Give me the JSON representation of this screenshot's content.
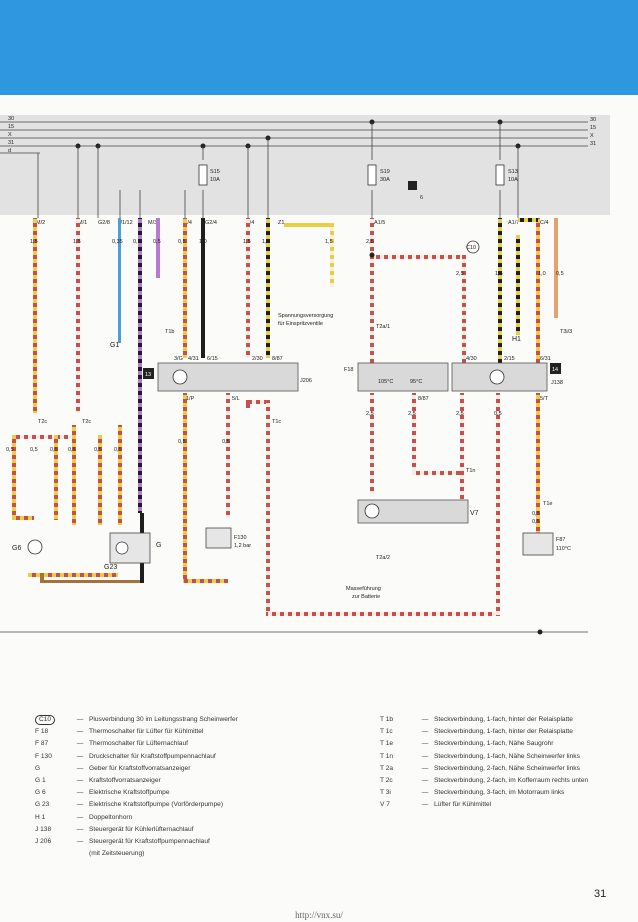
{
  "rails": {
    "r1": "30",
    "r2": "15",
    "r3": "X",
    "r4": "31",
    "r5": "d"
  },
  "fuses": [
    {
      "name": "S15",
      "rating": "10A"
    },
    {
      "name": "S19",
      "rating": "30A"
    },
    {
      "name": "S13",
      "rating": "10A"
    }
  ],
  "relay_marker": "6",
  "connectors": {
    "m2": "M/2",
    "m1": "M/1",
    "g28": "G2/8",
    "u112": "U1/12",
    "m3": "M/3",
    "f4": "F/4",
    "g24": "G2/4",
    "y4": "Y/4",
    "z1": "Z1",
    "a15": "A1/5",
    "a17": "A1/7",
    "c4": "C/4"
  },
  "wire_sizes": {
    "w1": "1,5",
    "w2": "1,5",
    "w3": "0,35",
    "w4": "0,5",
    "w5": "0,5",
    "w6": "1,0",
    "w7": "1,5",
    "w8": "1,5",
    "w9": "2,5",
    "w10": "2,5",
    "w11": "2,5",
    "w12": "1,5",
    "w13": "1,0",
    "w14": "0,5"
  },
  "labels": {
    "spannung1": "Spannungsversorgung",
    "spannung2": "für Einspritzventile",
    "g1": "G1",
    "h1": "H1",
    "c10": "C10",
    "t1b": "T1b",
    "t3i": "T3i/3",
    "t2a1": "T2a/1",
    "t2a2": "T2a/2",
    "j206": "J206",
    "j138": "J138",
    "box13": "13",
    "box14": "14",
    "pins_j206": [
      "3/G",
      "4/31",
      "6/15",
      "2/30",
      "8/87",
      "1/P",
      "5/L"
    ],
    "pins_j138": [
      "4/30",
      "2/15",
      "6/31",
      "8/87",
      "5/T"
    ],
    "t2c": "T2c",
    "t1c": "T1c",
    "t1n": "T1n",
    "t1e": "T1e",
    "f18": "F18",
    "f18temp": "105°C",
    "f18temp2": "95°C",
    "f87": "F87",
    "f87temp": "110°C",
    "f130": "F130",
    "f130p": "1,2 bar",
    "v7": "V7",
    "g6": "G6",
    "g23": "G23",
    "g": "G",
    "masse1": "Masseführung",
    "masse2": "zur Batterie",
    "t2c_sizes": [
      "0,5",
      "0,5",
      "0,5",
      "0,5",
      "0,5",
      "0,5"
    ],
    "small_sizes": [
      "0,5",
      "0,5",
      "0,5",
      "0,5",
      "2,5",
      "2,5",
      "2,5",
      "0,5"
    ]
  },
  "legend_left": [
    {
      "code": "C10",
      "text": "Plusverbindung 30 im Leitungsstrang Scheinwerfer"
    },
    {
      "code": "F 18",
      "text": "Thermoschalter für Lüfter für Kühlmittel"
    },
    {
      "code": "F 87",
      "text": "Thermoschalter für Lüfternachlauf"
    },
    {
      "code": "F 130",
      "text": "Druckschalter für Kraftstoffpumpennachlauf"
    },
    {
      "code": "G",
      "text": "Geber für Kraftstoffvorratsanzeiger"
    },
    {
      "code": "G 1",
      "text": "Kraftstoffvorratsanzeiger"
    },
    {
      "code": "G 6",
      "text": "Elektrische Kraftstoffpumpe"
    },
    {
      "code": "G 23",
      "text": "Elektrische Kraftstoffpumpe (Vorförderpumpe)"
    },
    {
      "code": "H 1",
      "text": "Doppeltonhorn"
    },
    {
      "code": "J 138",
      "text": "Steuergerät für Kühlerlüfternachlauf"
    },
    {
      "code": "J 206",
      "text": "Steuergerät für Kraftstoffpumpennachlauf"
    },
    {
      "code": "",
      "text": "(mit Zeitsteuerung)"
    }
  ],
  "legend_right": [
    {
      "code": "T 1b",
      "text": "Steckverbindung, 1-fach, hinter der Relaisplatte"
    },
    {
      "code": "T 1c",
      "text": "Steckverbindung, 1-fach, hinter der Relaisplatte"
    },
    {
      "code": "T 1e",
      "text": "Steckverbindung, 1-fach, Nähe Saugrohr"
    },
    {
      "code": "T 1n",
      "text": "Steckverbindung, 1-fach, Nähe Scheinwerfer links"
    },
    {
      "code": "T 2a",
      "text": "Steckverbindung, 2-fach, Nähe Scheinwerfer links"
    },
    {
      "code": "T 2c",
      "text": "Steckverbindung, 2-fach, im Kofferraum rechts unten"
    },
    {
      "code": "T 3i",
      "text": "Steckverbindung, 3-fach, im Motorraum links"
    },
    {
      "code": "V 7",
      "text": "Lüfter für Kühlmittel"
    }
  ],
  "page_number": "31",
  "footer_url": "http://vnx.su/",
  "colors": {
    "topband": "#2f96e0",
    "relay_panel": "#e2e2e2",
    "wire_red": "#c9504a",
    "wire_black": "#1e1e1e",
    "wire_yellow": "#e8cf44",
    "wire_pink": "#d58aa0",
    "wire_violet": "#8c4aa3",
    "wire_blue": "#4d9ed8",
    "wire_brown": "#a5723c"
  }
}
